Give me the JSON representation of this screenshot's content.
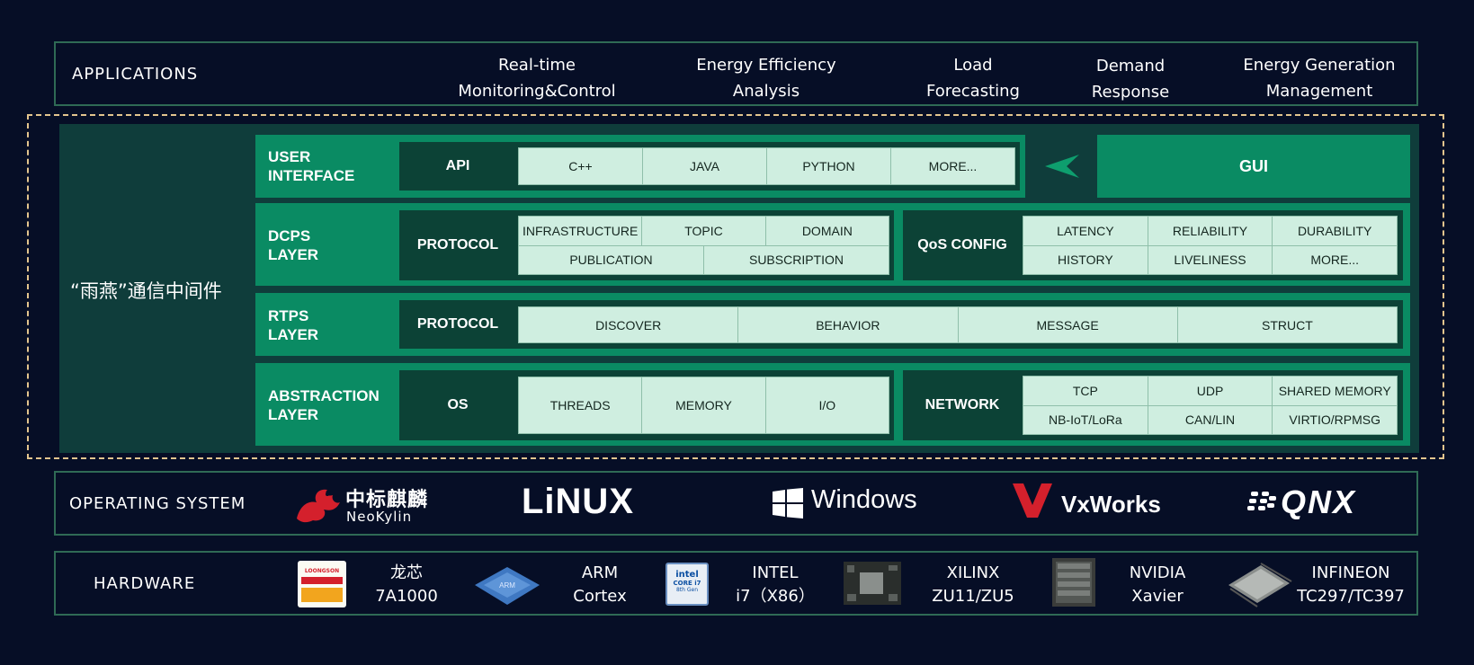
{
  "applications": {
    "label": "APPLICATIONS",
    "items": [
      [
        "Real-time",
        "Monitoring&Control"
      ],
      [
        "Energy Efficiency",
        "Analysis"
      ],
      [
        "Load",
        "Forecasting"
      ],
      [
        "Demand",
        "Response"
      ],
      [
        "Energy Generation",
        "Management"
      ]
    ]
  },
  "middleware": {
    "title": "“雨燕”通信中间件",
    "user_interface": {
      "label": [
        "USER",
        "INTERFACE"
      ],
      "api_label": "API",
      "api_items": [
        "C++",
        "JAVA",
        "PYTHON",
        "MORE..."
      ],
      "gui_label": "GUI"
    },
    "dcps": {
      "label": [
        "DCPS",
        "LAYER"
      ],
      "protocol_label": "PROTOCOL",
      "protocol_row1": [
        "INFRASTRUCTURE",
        "TOPIC",
        "DOMAIN"
      ],
      "protocol_row2": [
        "PUBLICATION",
        "SUBSCRIPTION"
      ],
      "qos_label": "QoS CONFIG",
      "qos_row1": [
        "LATENCY",
        "RELIABILITY",
        "DURABILITY"
      ],
      "qos_row2": [
        "HISTORY",
        "LIVELINESS",
        "MORE..."
      ]
    },
    "rtps": {
      "label": [
        "RTPS",
        "LAYER"
      ],
      "protocol_label": "PROTOCOL",
      "items": [
        "DISCOVER",
        "BEHAVIOR",
        "MESSAGE",
        "STRUCT"
      ]
    },
    "abstraction": {
      "label": [
        "ABSTRACTION",
        "LAYER"
      ],
      "os_label": "OS",
      "os_items": [
        "THREADS",
        "MEMORY",
        "I/O"
      ],
      "network_label": "NETWORK",
      "network_row1": [
        "TCP",
        "UDP",
        "SHARED MEMORY"
      ],
      "network_row2": [
        "NB-IoT/LoRa",
        "CAN/LIN",
        "VIRTIO/RPMSG"
      ]
    }
  },
  "operating_system": {
    "label": "OPERATING SYSTEM",
    "neokylin": {
      "cn": "中标麒麟",
      "en": "NeoKylin"
    },
    "linux": "LiNUX",
    "windows": "Windows",
    "vxworks": "VxWorks",
    "qnx": "QNX"
  },
  "hardware": {
    "label": "HARDWARE",
    "items": [
      {
        "line1": "龙芯",
        "line2": "7A1000",
        "chip_text": "LOONGSON"
      },
      {
        "line1": "ARM",
        "line2": "Cortex",
        "chip_text": "ARM"
      },
      {
        "line1": "INTEL",
        "line2": "i7（X86）",
        "chip_text": [
          "intel",
          "CORE i7",
          "8th Gen"
        ]
      },
      {
        "line1": "XILINX",
        "line2": "ZU11/ZU5",
        "chip_text": ""
      },
      {
        "line1": "NVIDIA",
        "line2": "Xavier",
        "chip_text": ""
      },
      {
        "line1": "INFINEON",
        "line2": "TC297/TC397",
        "chip_text": ""
      }
    ]
  },
  "colors": {
    "background": "#060e26",
    "band_border": "#2f6a55",
    "row_green": "#0a8b63",
    "dark_green": "#0c4236",
    "cell_mint": "#cfeee0",
    "dashed_border": "#e3c58e",
    "vxworks_red": "#d4202c"
  }
}
